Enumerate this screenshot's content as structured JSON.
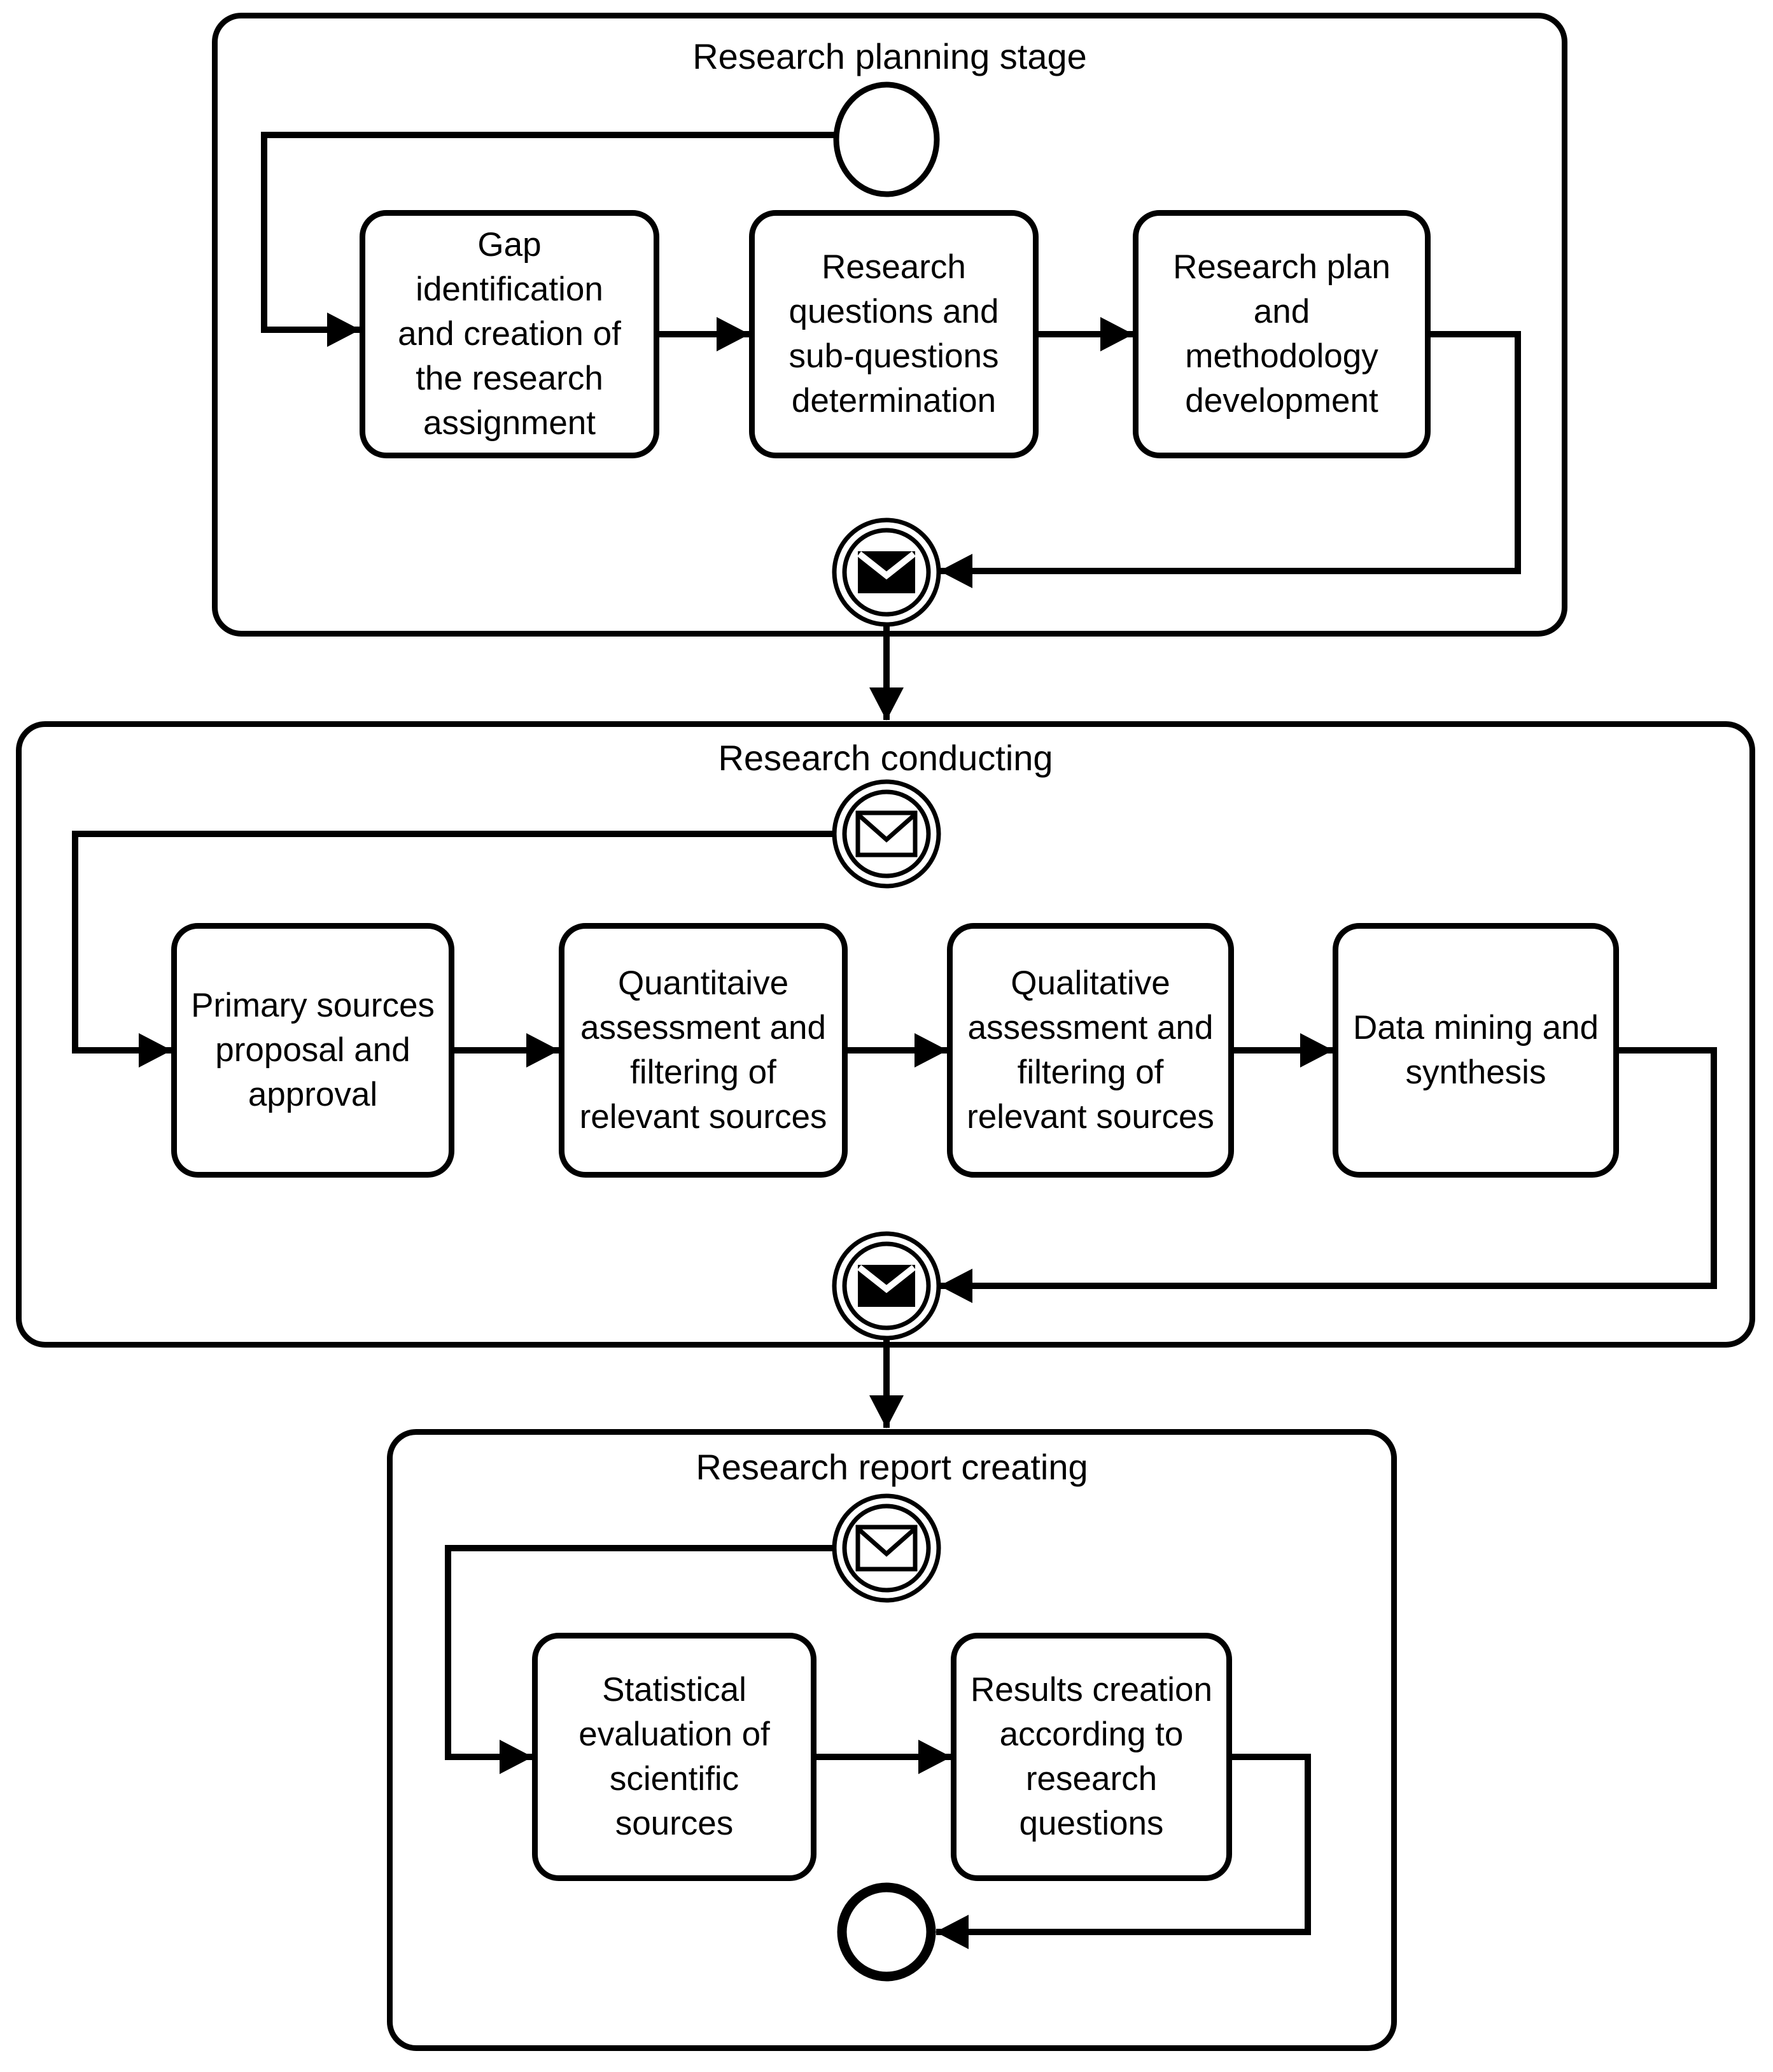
{
  "colors": {
    "stroke": "#000000",
    "background": "#ffffff"
  },
  "stages": [
    {
      "title": "Research planning stage",
      "start_event": {
        "type": "start",
        "icon": "circle-icon"
      },
      "end_event": {
        "type": "message-end",
        "icon": "envelope-filled-icon"
      },
      "tasks": [
        {
          "label": "Gap\nidentification\nand creation of\nthe research\nassignment"
        },
        {
          "label": "Research\nquestions and\nsub-questions\ndetermination"
        },
        {
          "label": "Research plan\nand\nmethodology\ndevelopment"
        }
      ]
    },
    {
      "title": "Research conducting",
      "start_event": {
        "type": "message-start",
        "icon": "envelope-outline-icon"
      },
      "end_event": {
        "type": "message-end",
        "icon": "envelope-filled-icon"
      },
      "tasks": [
        {
          "label": "Primary sources\nproposal and\napproval"
        },
        {
          "label": "Quantitaive\nassessment and\nfiltering of\nrelevant sources"
        },
        {
          "label": "Qualitative\nassessment and\nfiltering of\nrelevant sources"
        },
        {
          "label": "Data mining and\nsynthesis"
        }
      ]
    },
    {
      "title": "Research report creating",
      "start_event": {
        "type": "message-start",
        "icon": "envelope-outline-icon"
      },
      "end_event": {
        "type": "end",
        "icon": "circle-thick-icon"
      },
      "tasks": [
        {
          "label": "Statistical\nevaluation of\nscientific\nsources"
        },
        {
          "label": "Results creation\naccording to\nresearch\nquestions"
        }
      ]
    }
  ]
}
